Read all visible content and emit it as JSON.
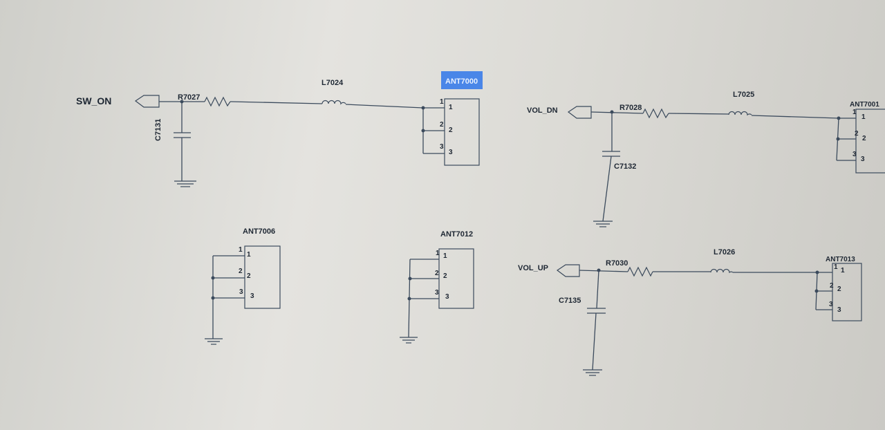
{
  "nets": {
    "sw_on": "SW_ON",
    "vol_dn": "VOL_DN",
    "vol_up": "VOL_UP"
  },
  "resistors": {
    "r7027": "R7027",
    "r7028": "R7028",
    "r7030": "R7030"
  },
  "inductors": {
    "l7024": "L7024",
    "l7025": "L7025",
    "l7026": "L7026"
  },
  "capacitors": {
    "c7131": "C7131",
    "c7132": "C7132",
    "c7135": "C7135"
  },
  "antennas": {
    "ant7000": "ANT7000",
    "ant7001": "ANT7001",
    "ant7006": "ANT7006",
    "ant7012": "ANT7012",
    "ant7013": "ANT7013"
  },
  "pins": [
    "1",
    "2",
    "3"
  ],
  "colors": {
    "wire": "#3b4a5c",
    "selection": "#4a86e8"
  }
}
